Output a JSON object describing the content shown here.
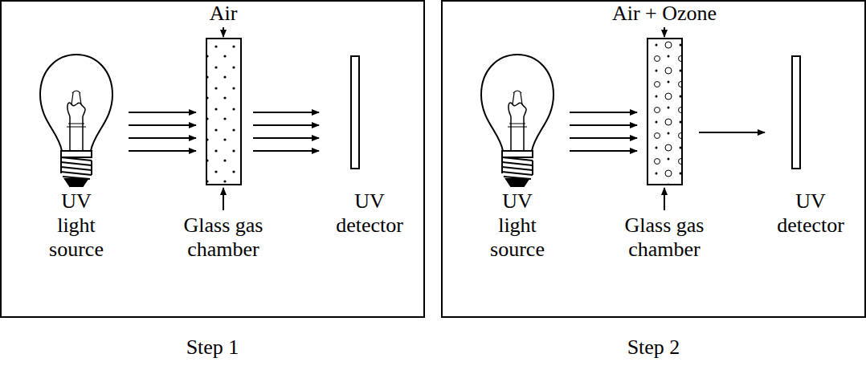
{
  "diagram": {
    "nodes": [
      {
        "text": [
          "Step 1"
        ]
      },
      {
        "text": [
          "Step 2"
        ]
      }
    ],
    "labels": [
      "Air",
      "UV light source",
      "Glass gas chamber",
      "UV detector",
      "Air + Ozone",
      "UV light source",
      "Glass gas chamber",
      "UV detector"
    ]
  }
}
